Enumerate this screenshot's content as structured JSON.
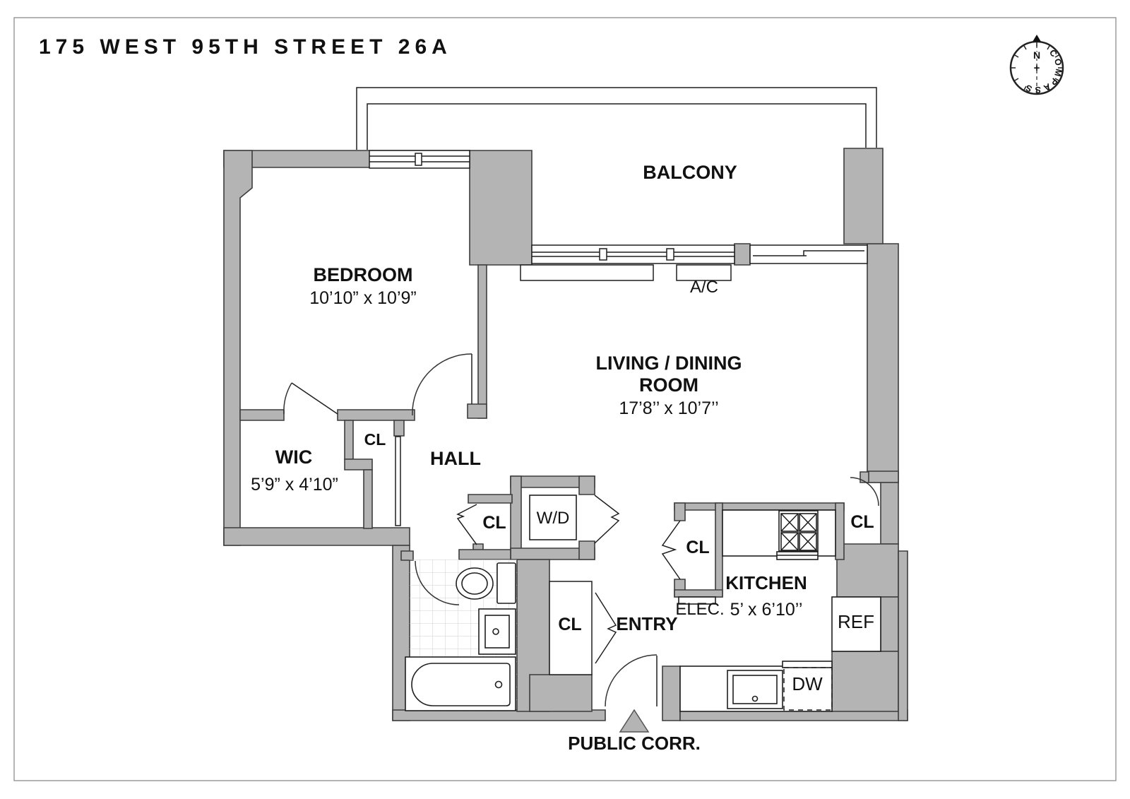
{
  "title": "175 WEST 95TH STREET 26A",
  "compass": {
    "label": "COMPASS",
    "north": "N",
    "center_mark": "+",
    "north_color": "#d43a2f"
  },
  "palette": {
    "wall_fill": "#b4b4b4",
    "wall_edge": "#3d3d3d",
    "line": "#1f1f1f",
    "tile_line": "#cfcfcf",
    "border": "#9c9c9c"
  },
  "rooms": {
    "balcony": {
      "name": "BALCONY"
    },
    "bedroom": {
      "name": "BEDROOM",
      "dims": "10’10” x 10’9”"
    },
    "living": {
      "name_line1": "LIVING / DINING",
      "name_line2": "ROOM",
      "dims": "17’8’’ x 10’7’’"
    },
    "wic": {
      "name": "WIC",
      "dims": "5’9” x 4’10”"
    },
    "hall": {
      "name": "HALL"
    },
    "kitchen": {
      "name": "KITCHEN",
      "dims": "5’ x 6’10’’"
    },
    "entry": {
      "name": "ENTRY"
    },
    "public_corridor": {
      "name": "PUBLIC CORR."
    }
  },
  "closets": {
    "hall_closet": "CL",
    "laundry_closet": "CL",
    "entry_closet": "CL",
    "kitchen_closet": "CL",
    "living_closet": "CL"
  },
  "fixtures": {
    "washer_dryer": "W/D",
    "air_conditioner": "A/C",
    "electrical_panel": "ELEC.",
    "refrigerator": "REF",
    "dishwasher": "DW"
  }
}
